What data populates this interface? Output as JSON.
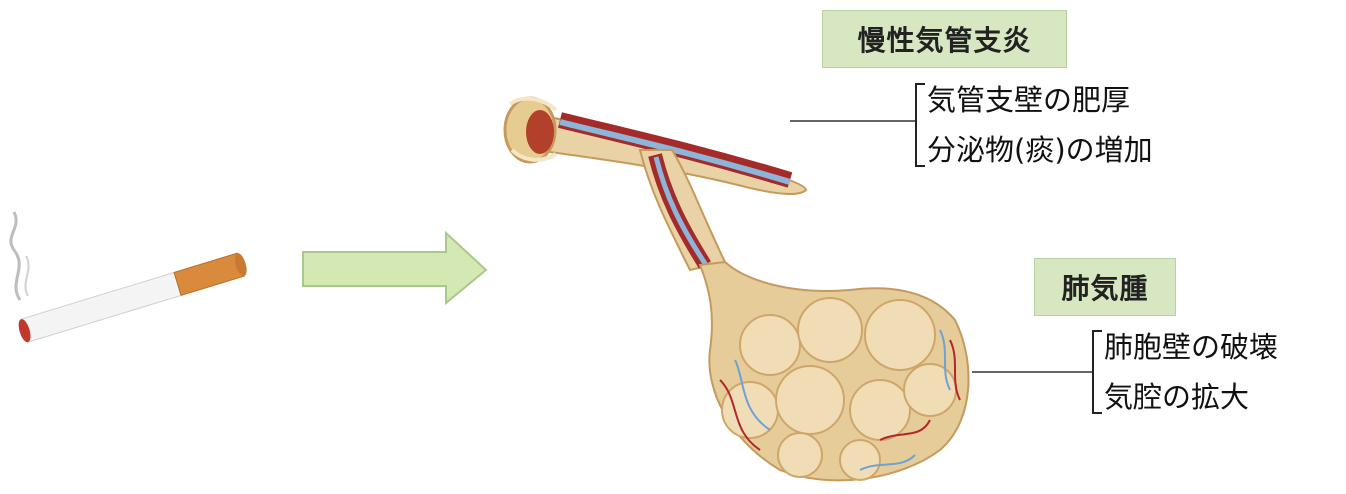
{
  "chronic_bronchitis": {
    "title": "慢性気管支炎",
    "items": [
      "気管支壁の肥厚",
      "分泌物(痰)の増加"
    ]
  },
  "emphysema": {
    "title": "肺気腫",
    "items": [
      "肺胞壁の破壊",
      "気腔の拡大"
    ]
  },
  "colors": {
    "label_bg": "#d6e7c1",
    "arrow_fill": "#d4e8b4",
    "arrow_stroke": "#a9c98a",
    "airway_red": "#a52a2a",
    "airway_blue": "#8db5d9",
    "tissue_tan": "#e6cc98"
  }
}
